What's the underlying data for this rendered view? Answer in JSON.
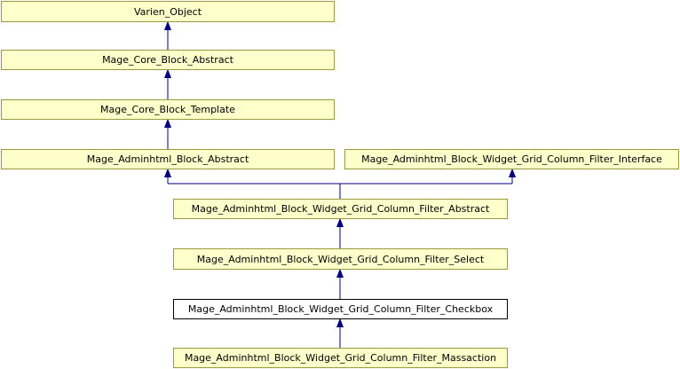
{
  "diagram": {
    "edge_color": "#000080",
    "nodes": {
      "varien_object": "Varien_Object",
      "core_block_abstract": "Mage_Core_Block_Abstract",
      "core_block_template": "Mage_Core_Block_Template",
      "adminhtml_block_abstract": "Mage_Adminhtml_Block_Abstract",
      "filter_interface": "Mage_Adminhtml_Block_Widget_Grid_Column_Filter_Interface",
      "filter_abstract": "Mage_Adminhtml_Block_Widget_Grid_Column_Filter_Abstract",
      "filter_select": "Mage_Adminhtml_Block_Widget_Grid_Column_Filter_Select",
      "filter_checkbox": "Mage_Adminhtml_Block_Widget_Grid_Column_Filter_Checkbox",
      "filter_massaction": "Mage_Adminhtml_Block_Widget_Grid_Column_Filter_Massaction"
    }
  }
}
